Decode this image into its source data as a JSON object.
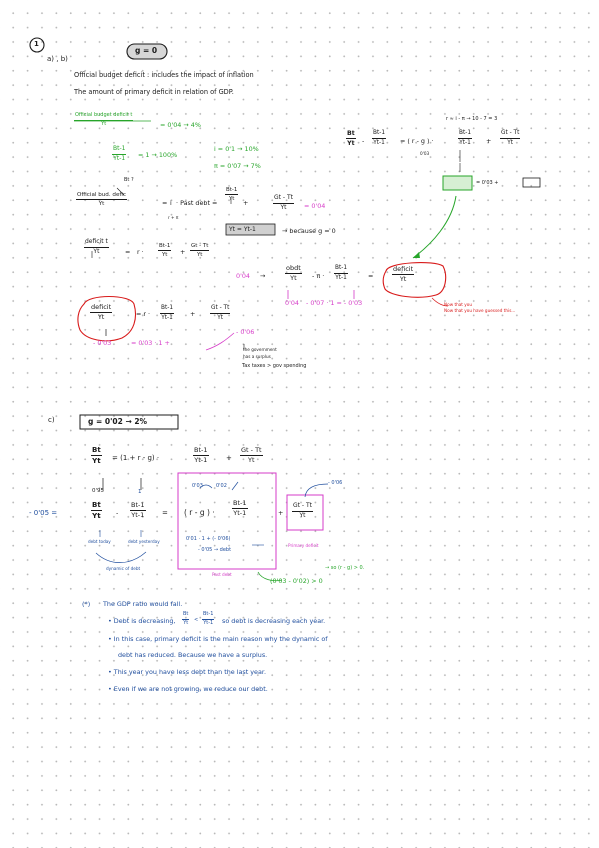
{
  "header": {
    "q_number": "1",
    "part_ab": "a) , b)",
    "g_zero": "g = 0"
  },
  "intro": {
    "line1": "Official budget deficit :  includes the impact of inflation",
    "line2": "The amount of primary deficit in relation of GDP."
  },
  "ab": {
    "obd_num": "Official budget deficit t",
    "obd_den": "Yt",
    "obd_val": "= 0'04 → 4%",
    "debt_ratio_num": "Bt-1",
    "debt_ratio_den": "Yt-1",
    "debt_ratio_val": "= 1 → 100%",
    "i_val": "i = 0'1 → 10%",
    "pi_val": "π = 0'07 → 7%",
    "bt_q": "Bt ?",
    "obd_short_num": "Official bud. defic",
    "obd_short_den": "Yt",
    "i_sym": "i",
    "r_pi": "r + π",
    "past_debt": "· Past debt =",
    "bt1": "Bt-1",
    "yt": "Yt",
    "gt_tt": "Gt - Tt",
    "plus": "+",
    "eq_004": "= 0'04",
    "arrow_up": "↑",
    "yt_box": "Yt = Yt-1",
    "because": "→ because g = 0",
    "deficit_num": "deficit t",
    "deficit_den": "Yt",
    "eq": "=",
    "r_dot": "r ·",
    "yt1": "Yt-1",
    "line_004": "0'04",
    "obdt": "obdt",
    "pi_dot": "- π ·",
    "deficit_circ": "deficit",
    "val_004": "0'04",
    "val_calc": "- 0'07 · 1 = - 0'03",
    "note": "Now that you have guessed this...",
    "deficit2_num": "deficit",
    "deficit2_den": "Yt",
    "r_dot2": "= r ·",
    "res_003": "- 0'03",
    "res_eq": "= 0'03 · 1 +",
    "res_006": "- 0'06",
    "gov_surplus1": "the government",
    "gov_surplus2": "has a surplus",
    "tax_spend": "Tax taxes > gov spending",
    "r_top": "r ≈ i - π → 10 - 7 = 3",
    "eq_r_g": "= ( r - g ) ·",
    "r_003": "0'03",
    "res_right": "= 0'03 +"
  },
  "c": {
    "label": "c)",
    "g_box": "g = 0'02 → 2%",
    "eq1_lhs": "Bt",
    "eq1_rhs": "= (1 + r - g) ·",
    "minus": "-",
    "eq2_lhs": "- 0'05 =",
    "v095": "0'95",
    "v1": "1",
    "v003": "0'03",
    "v002": "0'02",
    "v006": "- 0'06",
    "r_g": "( r - g ) ·",
    "debt_today": "debt today",
    "debt_yesterday": "debt yesterday",
    "dynamic": "dynamic of debt",
    "calc1": "0'01 · 1 + (- 0'06)",
    "calc2": "- 0'05 → debt",
    "past_debt": "Past debt",
    "primary_deficit": "Primary deficit",
    "cond": "(0'03 - 0'02) > 0",
    "cond2": "→ so (r - g) > 0."
  },
  "notes": {
    "star": "(*)",
    "n1": "The GDP ratio would fall.",
    "n2_a": "• Debt is decreasing,",
    "n2_b": "so debt is decreasing each year.",
    "n3": "• In this case, primary deficit is the main reason why the dynamic of",
    "n3b": "debt has reduced. Because we have a surplus.",
    "n4": "• This year you have less debt than the last year.",
    "n5": "• Even if we are not growing, we reduce our debt."
  }
}
